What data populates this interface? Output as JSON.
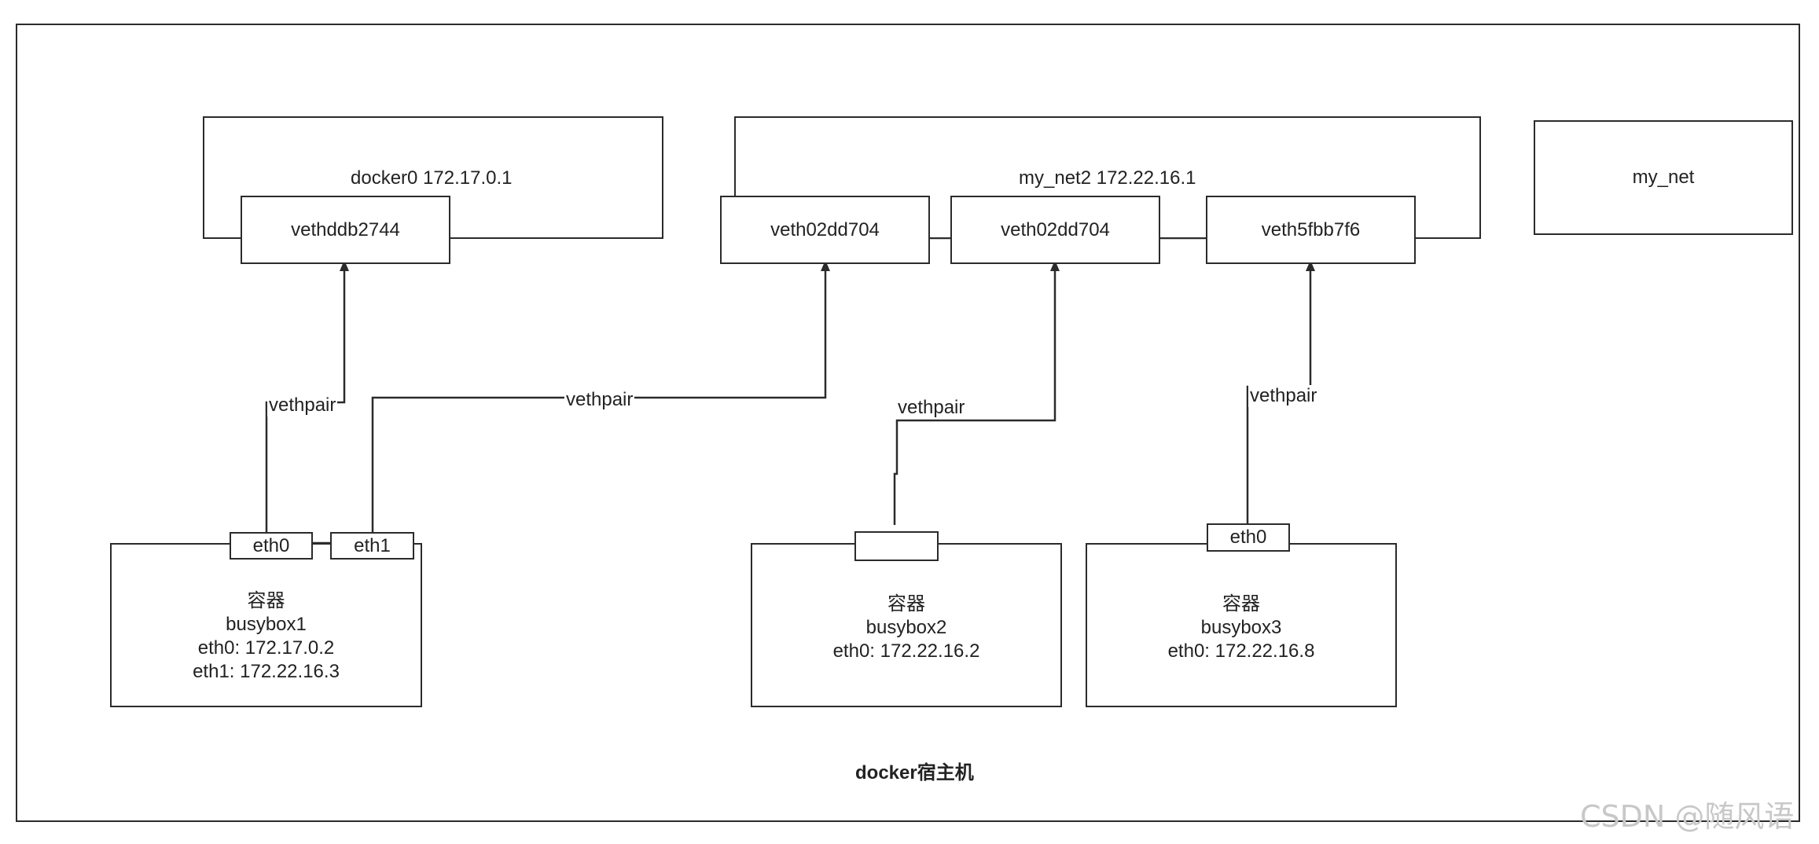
{
  "host": {
    "title": "docker宿主机"
  },
  "bridges": {
    "docker0": {
      "label": "docker0 172.17.0.1"
    },
    "my_net2": {
      "label": "my_net2 172.22.16.1"
    },
    "my_net": {
      "label": "my_net"
    }
  },
  "veths": {
    "docker0_veth": "vethddb2744",
    "net2_veth_a": "veth02dd704",
    "net2_veth_b": "veth02dd704",
    "net2_veth_c": "veth5fbb7f6"
  },
  "pair_labels": {
    "a": "vethpair",
    "b": "vethpair",
    "c": "vethpair",
    "d": "vethpair"
  },
  "containers": {
    "busybox1": {
      "kind": "容器",
      "name": "busybox1",
      "ip_eth0": "eth0: 172.17.0.2",
      "ip_eth1": "eth1: 172.22.16.3",
      "port_eth0": "eth0",
      "port_eth1": "eth1"
    },
    "busybox2": {
      "kind": "容器",
      "name": "busybox2",
      "ip_eth0": "eth0: 172.22.16.2"
    },
    "busybox3": {
      "kind": "容器",
      "name": "busybox3",
      "ip_eth0": "eth0: 172.22.16.8",
      "port_eth0": "eth0"
    }
  },
  "watermark": "CSDN @随风语"
}
